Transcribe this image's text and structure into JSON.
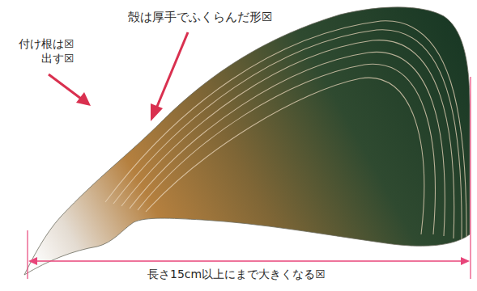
{
  "diagram": {
    "labels": [
      "殻は厚手でふくらんだ形☒",
      "付け根は☒ 出す☒",
      "長さ15cm以上にまで大きくなる☒"
    ]
  }
}
